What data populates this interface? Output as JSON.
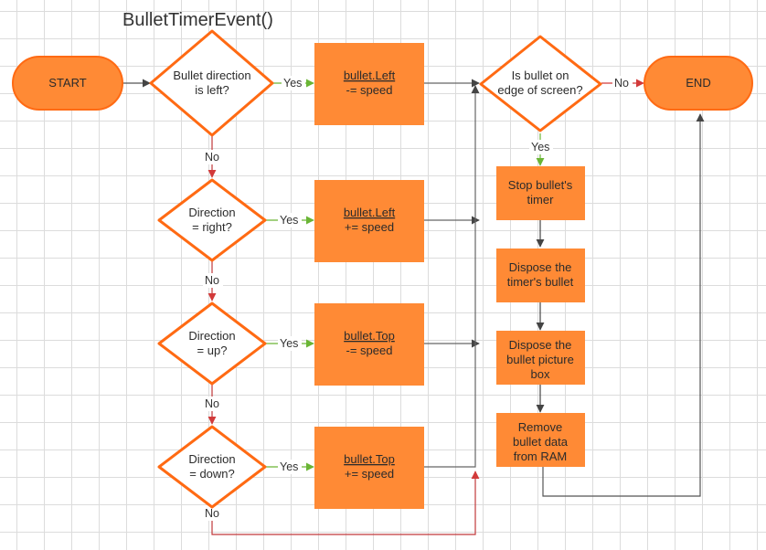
{
  "title": "BulletTimerEvent()",
  "colors": {
    "fill": "#ff8a35",
    "stroke": "#ff6a13",
    "diamond_fill": "#ffffff",
    "line": "#555555",
    "yes_arrow": "#6ab535",
    "no_arrow": "#d23a3a",
    "red_line": "#c0393b"
  },
  "nodes": {
    "start": {
      "text": [
        "START"
      ]
    },
    "end": {
      "text": [
        "END"
      ]
    },
    "d_left": {
      "text": [
        "Bullet direction",
        "is left?"
      ]
    },
    "d_right": {
      "text": [
        "Direction",
        "= right?"
      ]
    },
    "d_up": {
      "text": [
        "Direction",
        "= up?"
      ]
    },
    "d_down": {
      "text": [
        "Direction",
        "= down?"
      ]
    },
    "a_left": {
      "code": "bullet.Left",
      "op": "-= speed"
    },
    "a_right": {
      "code": "bullet.Left",
      "op": "+= speed"
    },
    "a_up": {
      "code": "bullet.Top",
      "op": "-= speed"
    },
    "a_down": {
      "code": "bullet.Top",
      "op": "+= speed"
    },
    "d_edge": {
      "text": [
        "Is bullet on",
        "edge of screen?"
      ]
    },
    "p_stop": {
      "text": [
        "Stop bullet's",
        "timer"
      ]
    },
    "p_dispose_bullet": {
      "text": [
        "Dispose the",
        "timer's bullet"
      ]
    },
    "p_dispose_box": {
      "text": [
        "Dispose the",
        "bullet picture",
        "box"
      ]
    },
    "p_remove": {
      "text": [
        "Remove",
        "bullet data",
        "from RAM"
      ]
    }
  },
  "edge_labels": {
    "yes": "Yes",
    "no": "No"
  }
}
